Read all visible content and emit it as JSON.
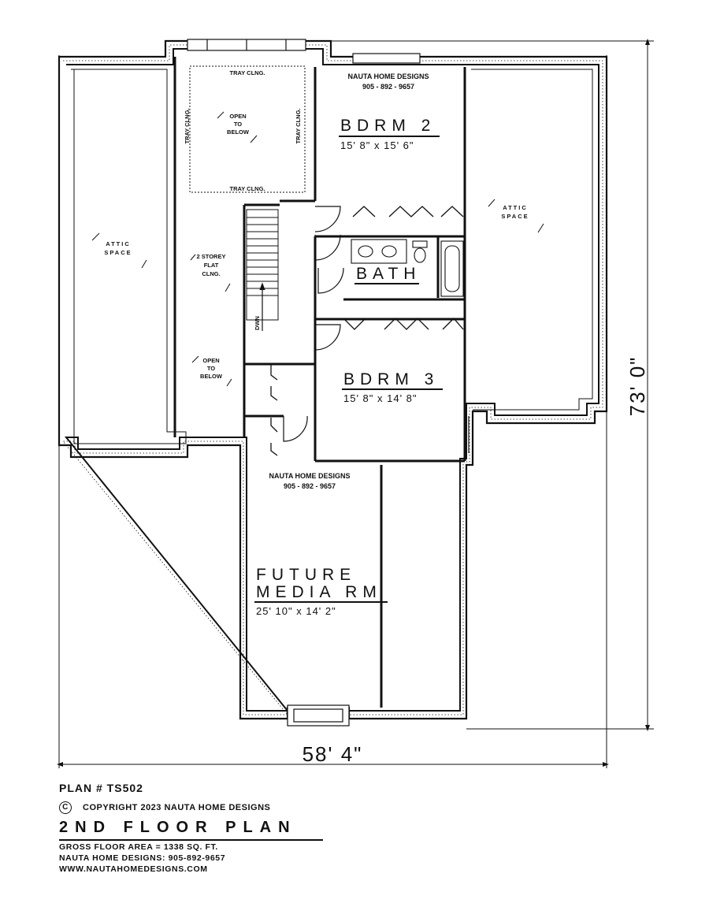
{
  "watermark_top": {
    "line1": "NAUTA HOME DESIGNS",
    "line2": "905 - 892 - 9657"
  },
  "watermark_mid": {
    "line1": "NAUTA HOME DESIGNS",
    "line2": "905 - 892 - 9657"
  },
  "rooms": {
    "bdrm2": {
      "name": "BDRM 2",
      "dims": "15' 8\" x 15' 6\""
    },
    "bdrm3": {
      "name": "BDRM 3",
      "dims": "15' 8\" x 14' 8\""
    },
    "bath": {
      "name": "BATH"
    },
    "media": {
      "name_line1": "FUTURE",
      "name_line2": "MEDIA RM",
      "dims": "25' 10\" x 14' 2\""
    }
  },
  "notes": {
    "attic_left": {
      "line1": "ATTIC",
      "line2": "SPACE"
    },
    "attic_right": {
      "line1": "ATTIC",
      "line2": "SPACE"
    },
    "open_below_top": {
      "line1": "OPEN",
      "line2": "TO",
      "line3": "BELOW"
    },
    "open_below_bottom": {
      "line1": "OPEN",
      "line2": "TO",
      "line3": "BELOW"
    },
    "flat_ceiling": {
      "line1": "2 STOREY",
      "line2": "FLAT",
      "line3": "CLNG."
    },
    "tray_top": "TRAY CLNG.",
    "tray_bottom": "TRAY CLNG.",
    "tray_left": "TRAY CLNG.",
    "tray_right": "TRAY CLNG.",
    "stair": "DWN"
  },
  "dimensions": {
    "width": "58' 4\"",
    "depth": "73' 0\""
  },
  "footer": {
    "plan_number": "PLAN # TS502",
    "copyright_symbol": "C",
    "copyright": "COPYRIGHT 2023 NAUTA HOME DESIGNS",
    "title": "2ND FLOOR PLAN",
    "area": "GROSS FLOOR AREA = 1338 SQ. FT.",
    "phone": "NAUTA HOME DESIGNS: 905-892-9657",
    "website": "WWW.NAUTAHOMEDESIGNS.COM"
  }
}
